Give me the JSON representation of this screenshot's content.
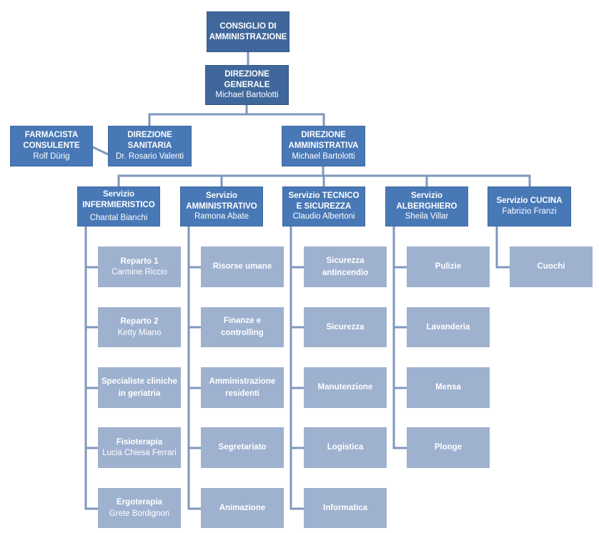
{
  "colors": {
    "top": "#3f679b",
    "mid": "#4878b6",
    "leaf": "#9eb1cf",
    "line": "#7f97be"
  },
  "board": {
    "title": "CONSIGLIO DI AMMINISTRAZIONE"
  },
  "general": {
    "title": "DIREZIONE GENERALE",
    "name": "Michael Bartolotti"
  },
  "pharmacist": {
    "title": "FARMACISTA CONSULENTE",
    "name": "Rolf Dürig"
  },
  "sanitaria": {
    "title": "DIREZIONE SANITARIA",
    "name": "Dr. Rosario Valenti"
  },
  "amministrativa": {
    "title": "DIREZIONE AMMINISTRATIVA",
    "name": "Michael Bartolotti"
  },
  "services": [
    {
      "title": "Servizio INFERMIERISTICO",
      "name": "Chantal Bianchi",
      "items": [
        {
          "title": "Reparto 1",
          "name": "Carmine Riccio"
        },
        {
          "title": "Reparto 2",
          "name": "Ketty Miano"
        },
        {
          "title": "Specialiste cliniche in geriatria",
          "name": ""
        },
        {
          "title": "Fisioterapia",
          "name": "Lucia Chiesa Ferrari"
        },
        {
          "title": "Ergoterapia",
          "name": "Grete Bordignon"
        }
      ]
    },
    {
      "title": "Servizio AMMINISTRATIVO",
      "name": "Ramona Abate",
      "items": [
        {
          "title": "Risorse umane",
          "name": ""
        },
        {
          "title": "Finanze e controlling",
          "name": ""
        },
        {
          "title": "Amministrazione residenti",
          "name": ""
        },
        {
          "title": "Segretariato",
          "name": ""
        },
        {
          "title": "Animazione",
          "name": ""
        }
      ]
    },
    {
      "title": "Servizio TECNICO E SICUREZZA",
      "name": "Claudio Albertoni",
      "items": [
        {
          "title": "Sicurezza antincendio",
          "name": ""
        },
        {
          "title": "Sicurezza",
          "name": ""
        },
        {
          "title": "Manutenzione",
          "name": ""
        },
        {
          "title": "Logistica",
          "name": ""
        },
        {
          "title": "Informatica",
          "name": ""
        }
      ]
    },
    {
      "title": "Servizio ALBERGHIERO",
      "name": "Sheila Villar",
      "items": [
        {
          "title": "Pulizie",
          "name": ""
        },
        {
          "title": "Lavanderia",
          "name": ""
        },
        {
          "title": "Mensa",
          "name": ""
        },
        {
          "title": "Plonge",
          "name": ""
        }
      ]
    },
    {
      "title": "Servizio CUCINA",
      "name": "Fabrizio Franzi",
      "items": [
        {
          "title": "Cuochi",
          "name": ""
        }
      ]
    }
  ]
}
